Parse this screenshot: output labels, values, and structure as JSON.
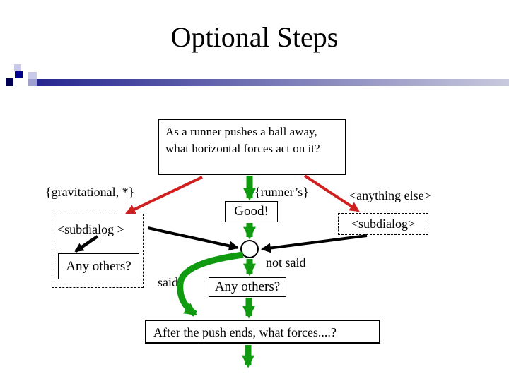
{
  "title": "Optional Steps",
  "colors": {
    "red": "#d01f1f",
    "green": "#0f9a0f",
    "navy": "#00008c",
    "bar_start": "#26268e",
    "bar_end": "#c9c9de",
    "square_light": "#c9c9e8",
    "square_mid": "#9f9fd0",
    "square_dark": "#000052",
    "box_border": "#000000"
  },
  "question_box": {
    "text": "As a runner pushes a ball away, what horizontal forces act on it?"
  },
  "branch_labels": {
    "left": "{gravitational, *}",
    "middle": "{runner’s}",
    "right": "<anything else>"
  },
  "good_box": {
    "text": "Good!"
  },
  "left_subdialog": {
    "label": "<subdialog >",
    "box_text": "Any others?"
  },
  "right_subdialog": {
    "label": "<subdialog>"
  },
  "junction": {
    "not_said_label": "not said",
    "said_label": "said"
  },
  "any_others_box": {
    "text": "Any others?"
  },
  "bottom_box": {
    "text": "After the push ends, what forces....?"
  },
  "arrows": [
    {
      "name": "question-to-left-subdialog",
      "color": "red"
    },
    {
      "name": "question-to-right-subdialog",
      "color": "red"
    },
    {
      "name": "question-to-good",
      "color": "green"
    },
    {
      "name": "good-to-junction",
      "color": "green"
    },
    {
      "name": "left-subdialog-to-junction",
      "color": "black"
    },
    {
      "name": "right-subdialog-to-junction",
      "color": "black"
    },
    {
      "name": "subdialog-to-any-others",
      "color": "black"
    },
    {
      "name": "junction-not-said-to-any-others",
      "color": "green"
    },
    {
      "name": "junction-said-to-after-push",
      "color": "green"
    },
    {
      "name": "any-others-to-after-push",
      "color": "green"
    },
    {
      "name": "after-push-continue-down",
      "color": "green"
    }
  ]
}
